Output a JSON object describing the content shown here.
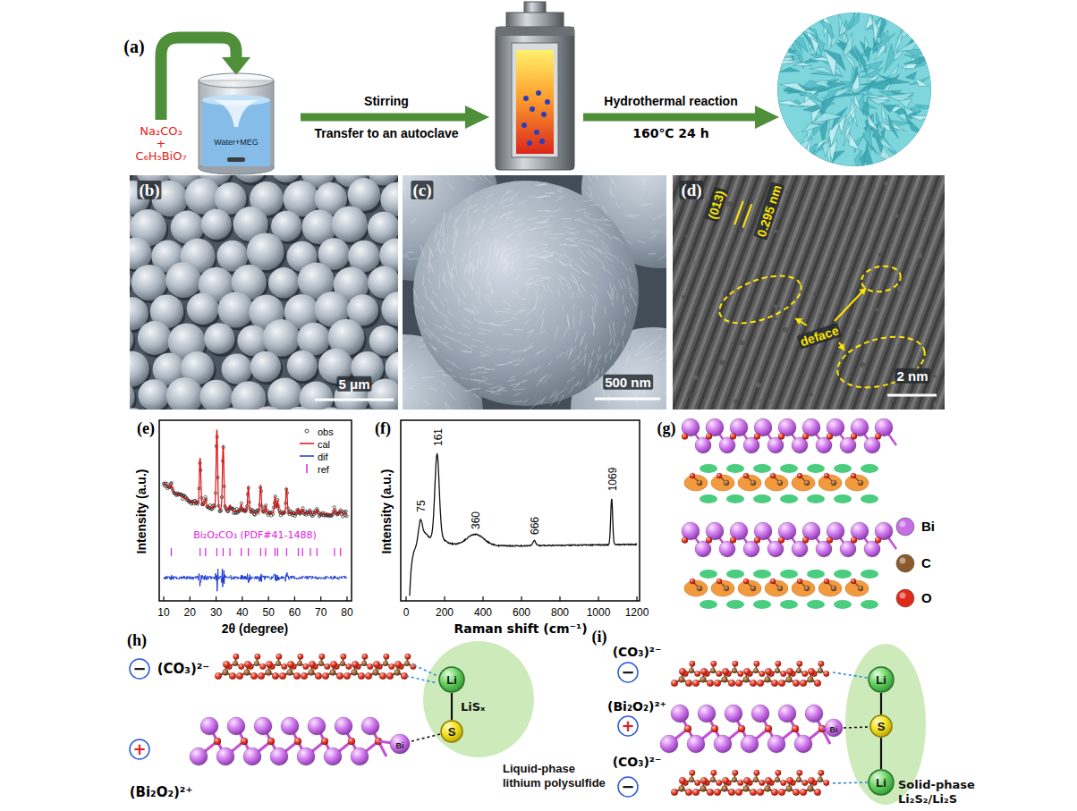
{
  "diagram": {
    "nodes": [
      {
        "text": [
          "−"
        ]
      },
      {
        "text": [
          "+"
        ]
      },
      {
        "text": [
          "Liquid-phase lithium polysulfide"
        ]
      },
      {
        "text": [
          "Li"
        ],
        "in": 2
      },
      {
        "text": [
          "S"
        ],
        "in": 2
      },
      {
        "text": [
          "−"
        ]
      },
      {
        "text": [
          "+"
        ]
      },
      {
        "text": [
          "−"
        ]
      },
      {
        "text": [
          "Solid-phase Li₂S₂/Li₂S"
        ]
      },
      {
        "text": [
          "Li"
        ],
        "in": 8
      },
      {
        "text": [
          "S"
        ],
        "in": 8
      },
      {
        "text": [
          "Li"
        ],
        "in": 8
      }
    ],
    "edges": [
      {
        "from": 3,
        "to": 4,
        "arrow": "none",
        "label": "LiSₓ"
      },
      {
        "from": 9,
        "to": 10,
        "arrow": "none"
      },
      {
        "from": 10,
        "to": 11,
        "arrow": "none"
      }
    ],
    "labels": [
      "(a)",
      "Na₂CO₃",
      "+",
      "C₆H₅BiO₇",
      "Water+MEG",
      "Stirring",
      "Transfer to an autoclave",
      "Hydrothermal reaction",
      "160℃ 24 h",
      "(b)",
      "5 μm",
      "(c)",
      "500 nm",
      "(d)",
      "(013)",
      "0.295 nm",
      "deface",
      "2 nm",
      "(e)",
      "Intensity (a.u.)",
      "10",
      "20",
      "30",
      "40",
      "50",
      "60",
      "70",
      "80",
      "2θ (degree)",
      "Bi₂O₂CO₃ (PDF#41-1488)",
      "(f)",
      "161",
      "75",
      "360",
      "666",
      "1069",
      "Intensity (a.u.)",
      "0",
      "200",
      "400",
      "600",
      "800",
      "1000",
      "1200",
      "Raman shift (cm⁻¹)",
      "(g)",
      "(h)",
      "(CO₃)²⁻",
      "(Bi₂O₂)²⁺",
      "Bi",
      "(i)",
      "(CO₃)²⁻",
      "(Bi₂O₂)²⁺",
      "(CO₃)²⁻",
      "Bi"
    ],
    "legend": [
      {
        "text": "obs"
      },
      {
        "text": "cal"
      },
      {
        "text": "dif"
      },
      {
        "text": "ref"
      },
      {
        "text": "Bi",
        "color": "#c86ee6"
      },
      {
        "text": "C",
        "color": "#8b5a2b"
      },
      {
        "text": "O",
        "color": "#e02a1a"
      }
    ]
  }
}
